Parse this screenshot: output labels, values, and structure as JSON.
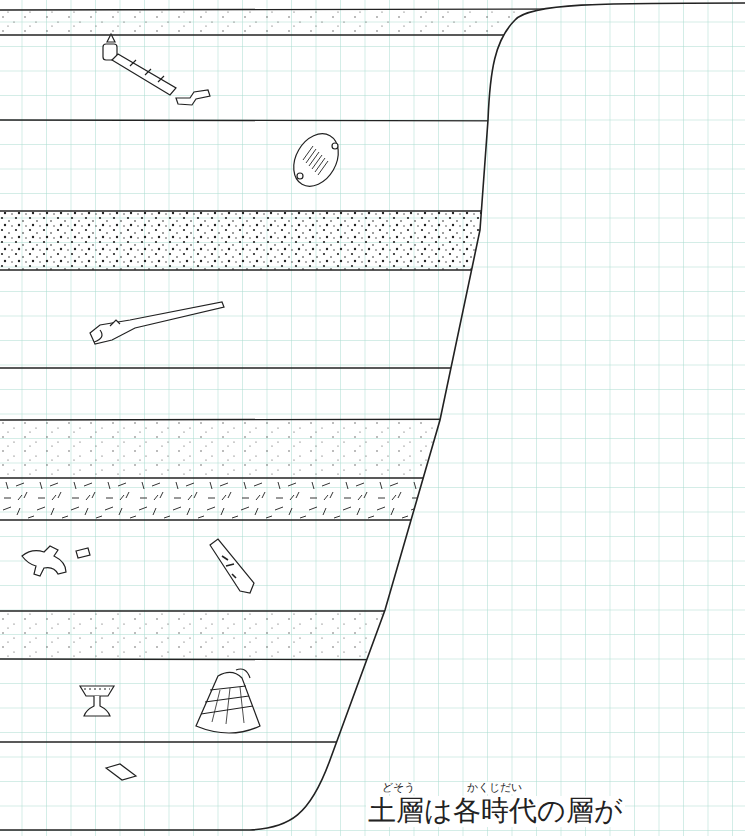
{
  "diagram": {
    "labels": [
      "土層は各時代の層が",
      "どそう",
      "かくじだい"
    ]
  }
}
